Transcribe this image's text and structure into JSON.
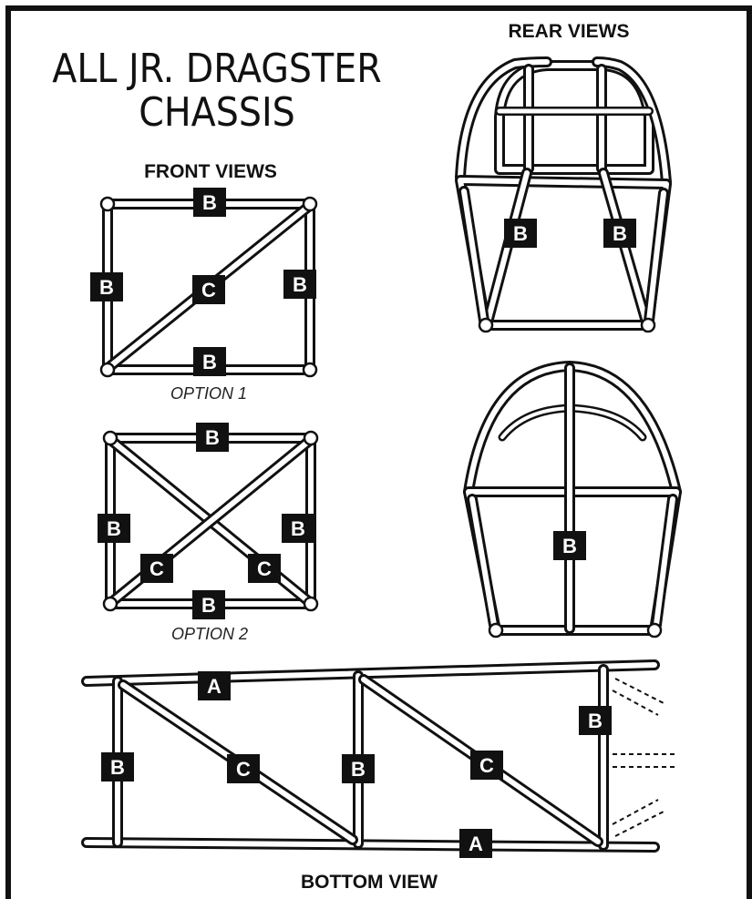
{
  "title": {
    "line1": "ALL JR. DRAGSTER",
    "line2": "CHASSIS"
  },
  "headings": {
    "front": "FRONT VIEWS",
    "rear": "REAR VIEWS",
    "bottom": "BOTTOM VIEW"
  },
  "captions": {
    "option1": "OPTION 1",
    "option2": "OPTION 2"
  },
  "labels": {
    "b": "B",
    "c": "C",
    "a": "A"
  }
}
